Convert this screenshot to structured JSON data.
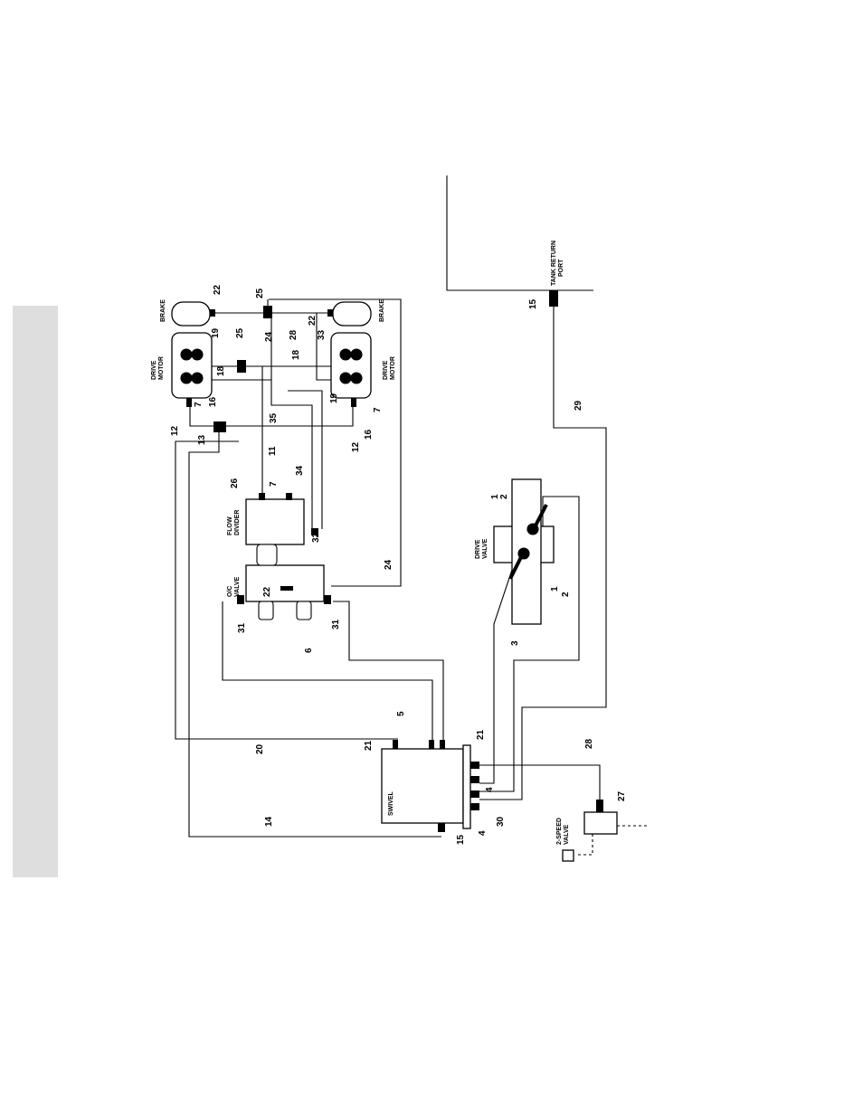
{
  "labels": {
    "brake_top": "BRAKE",
    "brake_bottom": "BRAKE",
    "drive_motor_top_1": "DRIVE",
    "drive_motor_top_2": "MOTOR",
    "drive_motor_bottom_1": "DRIVE",
    "drive_motor_bottom_2": "MOTOR",
    "flow_divider_1": "FLOW",
    "flow_divider_2": "DIVIDER",
    "oc_valve_1": "O/C",
    "oc_valve_2": "VALVE",
    "drive_valve_1": "DRIVE",
    "drive_valve_2": "VALVE",
    "swivel": "SWIVEL",
    "two_speed_valve_1": "2-SPEED",
    "two_speed_valve_2": "VALVE",
    "tank_return_port_1": "TANK RETURN",
    "tank_return_port_2": "PORT"
  },
  "callouts": {
    "c22a": "22",
    "c25a": "25",
    "c24a": "24",
    "c28a": "28",
    "c22b": "22",
    "c19a": "19",
    "c25b": "25",
    "c18a": "18",
    "c33": "33",
    "c18b": "18",
    "c7a": "7",
    "c16a": "16",
    "c35": "35",
    "c19b": "19",
    "c7b": "7",
    "c12a": "12",
    "c13": "13",
    "c16b": "16",
    "c12b": "12",
    "c11": "11",
    "c34": "34",
    "c26": "26",
    "c7c": "7",
    "c32": "32",
    "c24b": "24",
    "c22c": "22",
    "c31a": "31",
    "c31b": "31",
    "c6": "6",
    "c1a": "1",
    "c2a": "2",
    "c1b": "1",
    "c2b": "2",
    "c3": "3",
    "c29": "29",
    "c15a": "15",
    "c5": "5",
    "c21a": "21",
    "c21b": "21",
    "c20": "20",
    "c4a": "4",
    "c14": "14",
    "c30": "30",
    "c4b": "4",
    "c15b": "15",
    "c28b": "28",
    "c27": "27"
  }
}
